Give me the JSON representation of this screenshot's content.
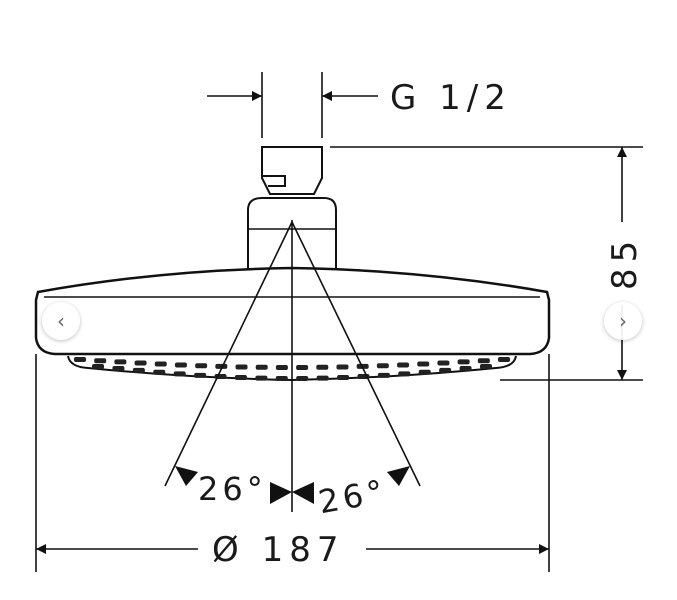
{
  "diagram": {
    "thread_label": "G 1/2",
    "height_label": "85",
    "diameter_label": "Ø 187",
    "angle_left": "26°",
    "angle_right": "26°"
  },
  "carousel": {
    "prev_icon": "‹",
    "next_icon": "›"
  }
}
